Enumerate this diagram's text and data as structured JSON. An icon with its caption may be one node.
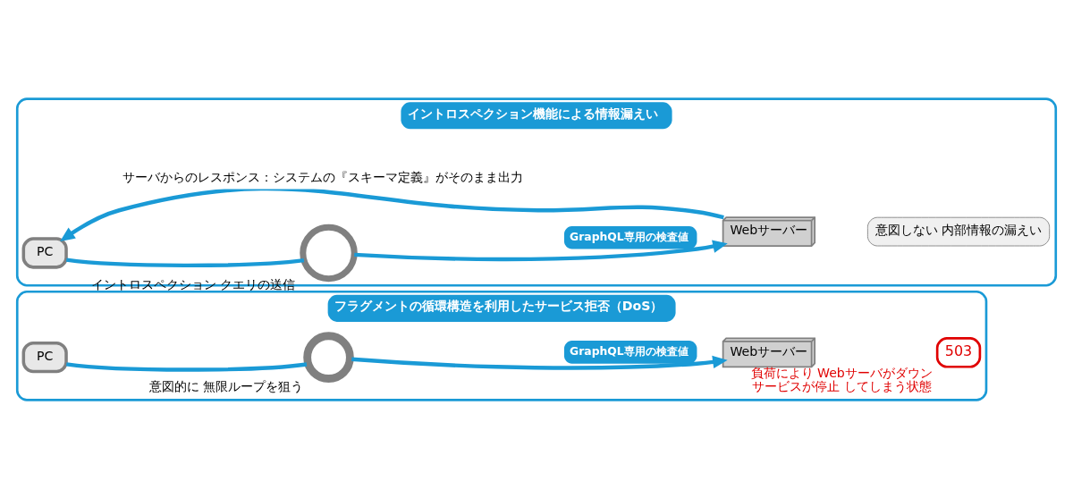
{
  "diagram": {
    "nodes": [
      {
        "text": [
          "イントロスペクション機能による情報漏えい"
        ]
      },
      {
        "text": [
          "PC"
        ],
        "in": 0
      },
      {
        "text": [],
        "shape": "magnifier",
        "in": 0,
        "beside": [
          "イントロスペクション クエリの送信"
        ]
      },
      {
        "text": [
          "Webサーバー"
        ],
        "in": 0
      },
      {
        "text": [
          "意図しない 内部情報の漏えい"
        ],
        "in": 0
      },
      {
        "text": [
          "フラグメントの循環構造を利用したサービス拒否（DoS）"
        ]
      },
      {
        "text": [
          "PC"
        ],
        "in": 5
      },
      {
        "text": [],
        "shape": "infinity",
        "in": 5,
        "beside": [
          "意図的に 無限ループを狙う"
        ]
      },
      {
        "text": [
          "Webサーバー"
        ],
        "in": 5
      },
      {
        "text": [
          "503"
        ],
        "in": 5,
        "beside": [
          "負荷により Webサーバがダウン",
          "サービスが停止 してしまう状態"
        ]
      }
    ],
    "edges": [
      {
        "from": 1,
        "to": 2,
        "arrow": "none"
      },
      {
        "from": 2,
        "to": 3,
        "arrow": "to",
        "label": "GraphQL専用の検査値"
      },
      {
        "from": 3,
        "to": 1,
        "arrow": "to",
        "label": "サーバからのレスポンス：システムの『スキーマ定義』がそのまま出力"
      },
      {
        "from": 6,
        "to": 7,
        "arrow": "none"
      },
      {
        "from": 7,
        "to": 8,
        "arrow": "to",
        "label": "GraphQL専用の検査値"
      }
    ]
  }
}
